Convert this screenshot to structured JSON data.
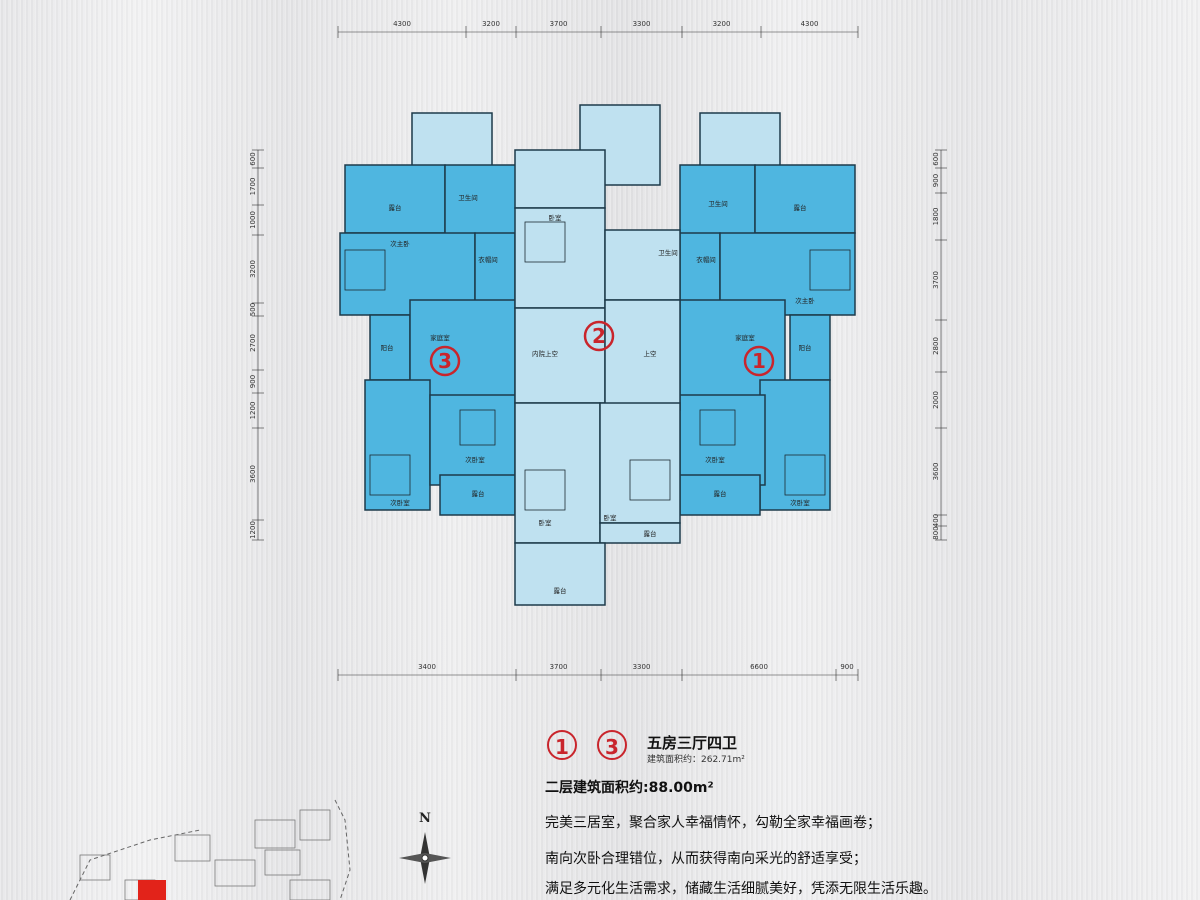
{
  "top_dims": [
    "4300",
    "3200",
    "3700",
    "3300",
    "3200",
    "4300"
  ],
  "bottom_dims": [
    "3400",
    "3700",
    "3300",
    "6600",
    "900"
  ],
  "left_dims": [
    "600",
    "1700",
    "1000",
    "3200",
    "500",
    "2700",
    "900",
    "1200",
    "3600",
    "1200"
  ],
  "right_dims": [
    "600",
    "900",
    "1800",
    "3700",
    "2800",
    "2000",
    "3600",
    "400",
    "800"
  ],
  "rooms": {
    "balcony": "露台",
    "bathroom": "卫生间",
    "master_bedroom": "次主卧",
    "walk_in_closet": "衣帽间",
    "family_room": "家庭室",
    "terrace": "阳台",
    "bedroom": "卧室",
    "second_bedroom": "次卧室",
    "atrium_void": "内院上空",
    "upper_void": "上空"
  },
  "unit_markers": [
    "1",
    "2",
    "3"
  ],
  "legend": {
    "badges": [
      "1",
      "3"
    ],
    "title": "五房三厅四卫",
    "area_note": "建筑面积约：262.71m²",
    "floor_area": "二层建筑面积约:88.00m²",
    "lines": [
      "完美三居室，聚合家人幸福情怀，勾勒全家幸福画卷；",
      "南向次卧合理错位，从而获得南向采光的舒适享受；",
      "满足多元化生活需求，储藏生活细腻美好，凭添无限生活乐趣。"
    ]
  },
  "compass": {
    "label": "N"
  },
  "colors": {
    "room_blue": "#4fb6e0",
    "room_light": "#bfe1f0",
    "marker_red": "#c9252c",
    "site_highlight": "#e2231a"
  }
}
